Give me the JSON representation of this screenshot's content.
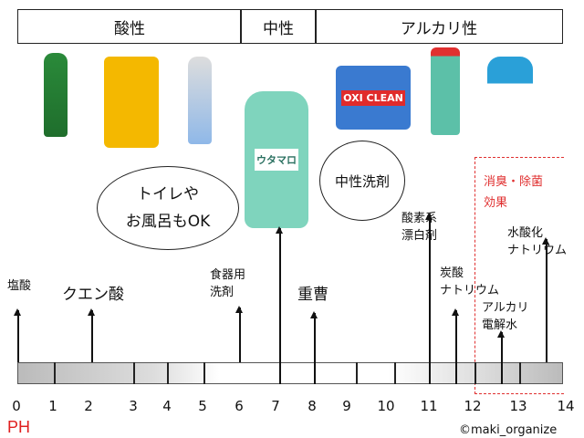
{
  "header": {
    "acidic": "酸性",
    "neutral": "中性",
    "alkaline": "アルカリ性"
  },
  "scale": {
    "unit": "PH",
    "ticks": [
      "0",
      "1",
      "2",
      "3",
      "4",
      "5",
      "6",
      "7",
      "8",
      "9",
      "10",
      "11",
      "12",
      "13",
      "14"
    ]
  },
  "substances": [
    {
      "name": "塩酸",
      "ph": 0
    },
    {
      "name": "クエン酸",
      "ph": 2
    },
    {
      "name": "食器用\n洗剤",
      "ph": 6
    },
    {
      "name": "重曹",
      "ph": 8
    },
    {
      "name": "酸素系\n漂白剤",
      "ph": 11
    },
    {
      "name": "炭酸\nナトリウム",
      "ph": 11.5
    },
    {
      "name": "アルカリ\n電解水",
      "ph": 12.5
    },
    {
      "name": "水酸化\nナトリウム",
      "ph": 13.5
    }
  ],
  "bubbles": {
    "left": "トイレや\nお風呂もOK",
    "right": "中性洗剤"
  },
  "zone": {
    "label": "消臭・除菌\n効果",
    "color": "#e03030"
  },
  "products": {
    "center": "ウタマロ",
    "oxi": "OXI CLEAN"
  },
  "credit": "©maki_organize",
  "colors": {
    "ph_label": "#e02020"
  }
}
